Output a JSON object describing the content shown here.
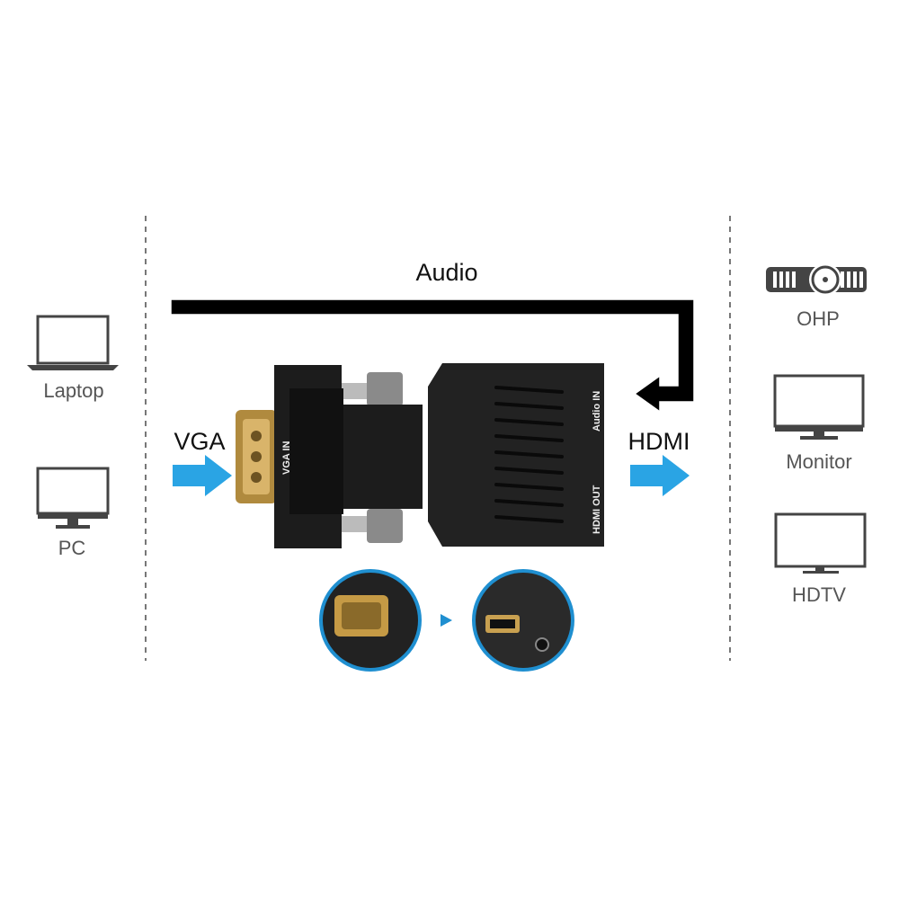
{
  "sources": [
    {
      "label": "Laptop",
      "icon": "laptop-icon"
    },
    {
      "label": "PC",
      "icon": "pc-monitor-icon"
    }
  ],
  "displays": [
    {
      "label": "OHP",
      "icon": "projector-icon"
    },
    {
      "label": "Monitor",
      "icon": "monitor-icon"
    },
    {
      "label": "HDTV",
      "icon": "tv-icon"
    }
  ],
  "signals": {
    "audio": "Audio",
    "input": "VGA",
    "output": "HDMI"
  },
  "adapter": {
    "vga_port_label": "VGA IN",
    "audio_port_label": "Audio IN",
    "hdmi_port_label": "HDMI OUT"
  },
  "colors": {
    "arrow": "#2aa4e4",
    "circle_border": "#1f8fd0",
    "adapter_body": "#1c1c1c",
    "icon_gray": "#444444"
  }
}
